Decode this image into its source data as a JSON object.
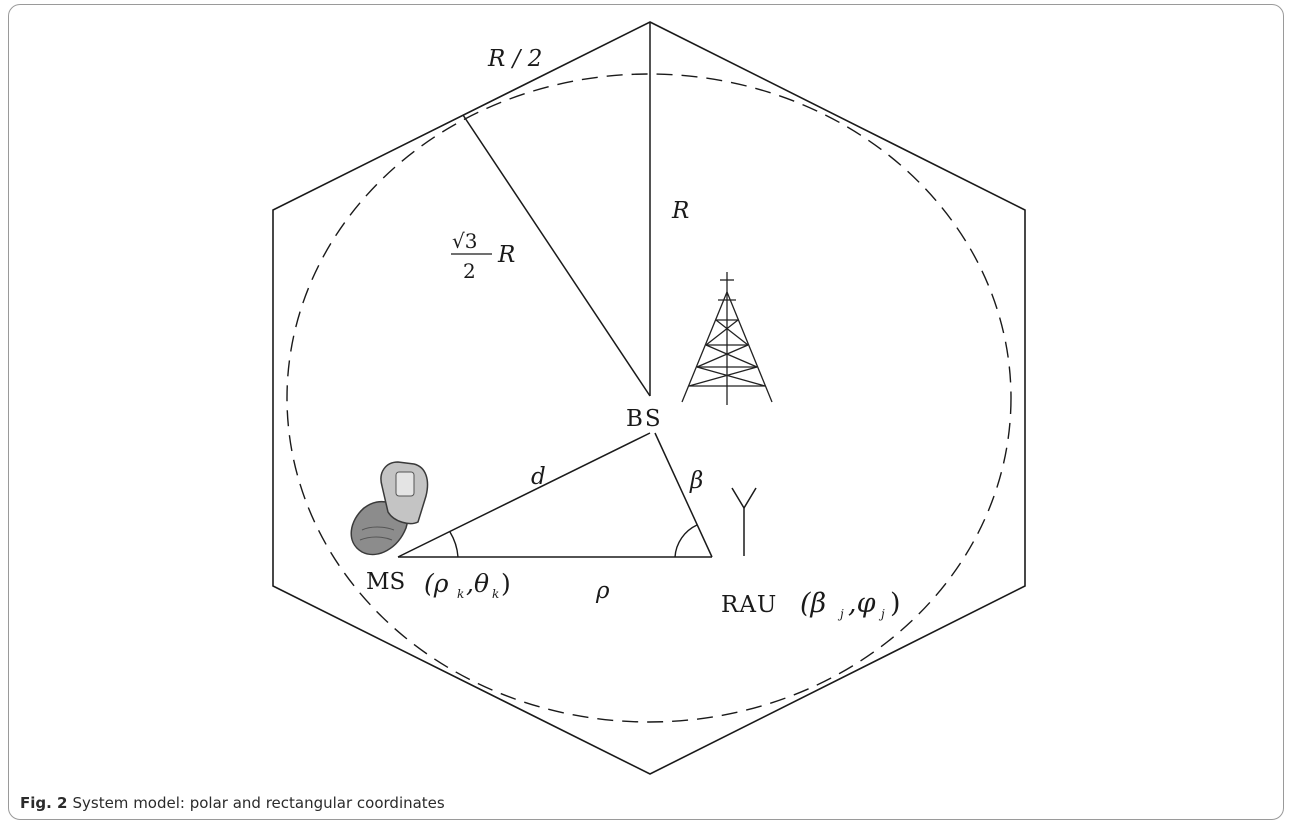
{
  "figure": {
    "caption_label": "Fig. 2",
    "caption_text": "System model: polar and rectangular coordinates"
  },
  "diagram": {
    "labels": {
      "half_side": "R / 2",
      "radius": "R",
      "apothem_num": "√3",
      "apothem_den": "2",
      "apothem_var": "R",
      "bs": "BS",
      "ms": "MS",
      "ms_coords": "(ρ",
      "ms_coords_sub1": "k",
      "ms_coords_mid": ",θ",
      "ms_coords_sub2": "k",
      "ms_coords_end": ")",
      "distance_d": "d",
      "distance_rho": "ρ",
      "angle_beta": "β",
      "rau": "RAU",
      "rau_coords": "(β",
      "rau_coords_sub1": "j",
      "rau_coords_mid": ",φ",
      "rau_coords_sub2": "j",
      "rau_coords_end": ")"
    },
    "icons": [
      "base-station-tower-icon",
      "mobile-phone-icon",
      "antenna-icon"
    ]
  }
}
